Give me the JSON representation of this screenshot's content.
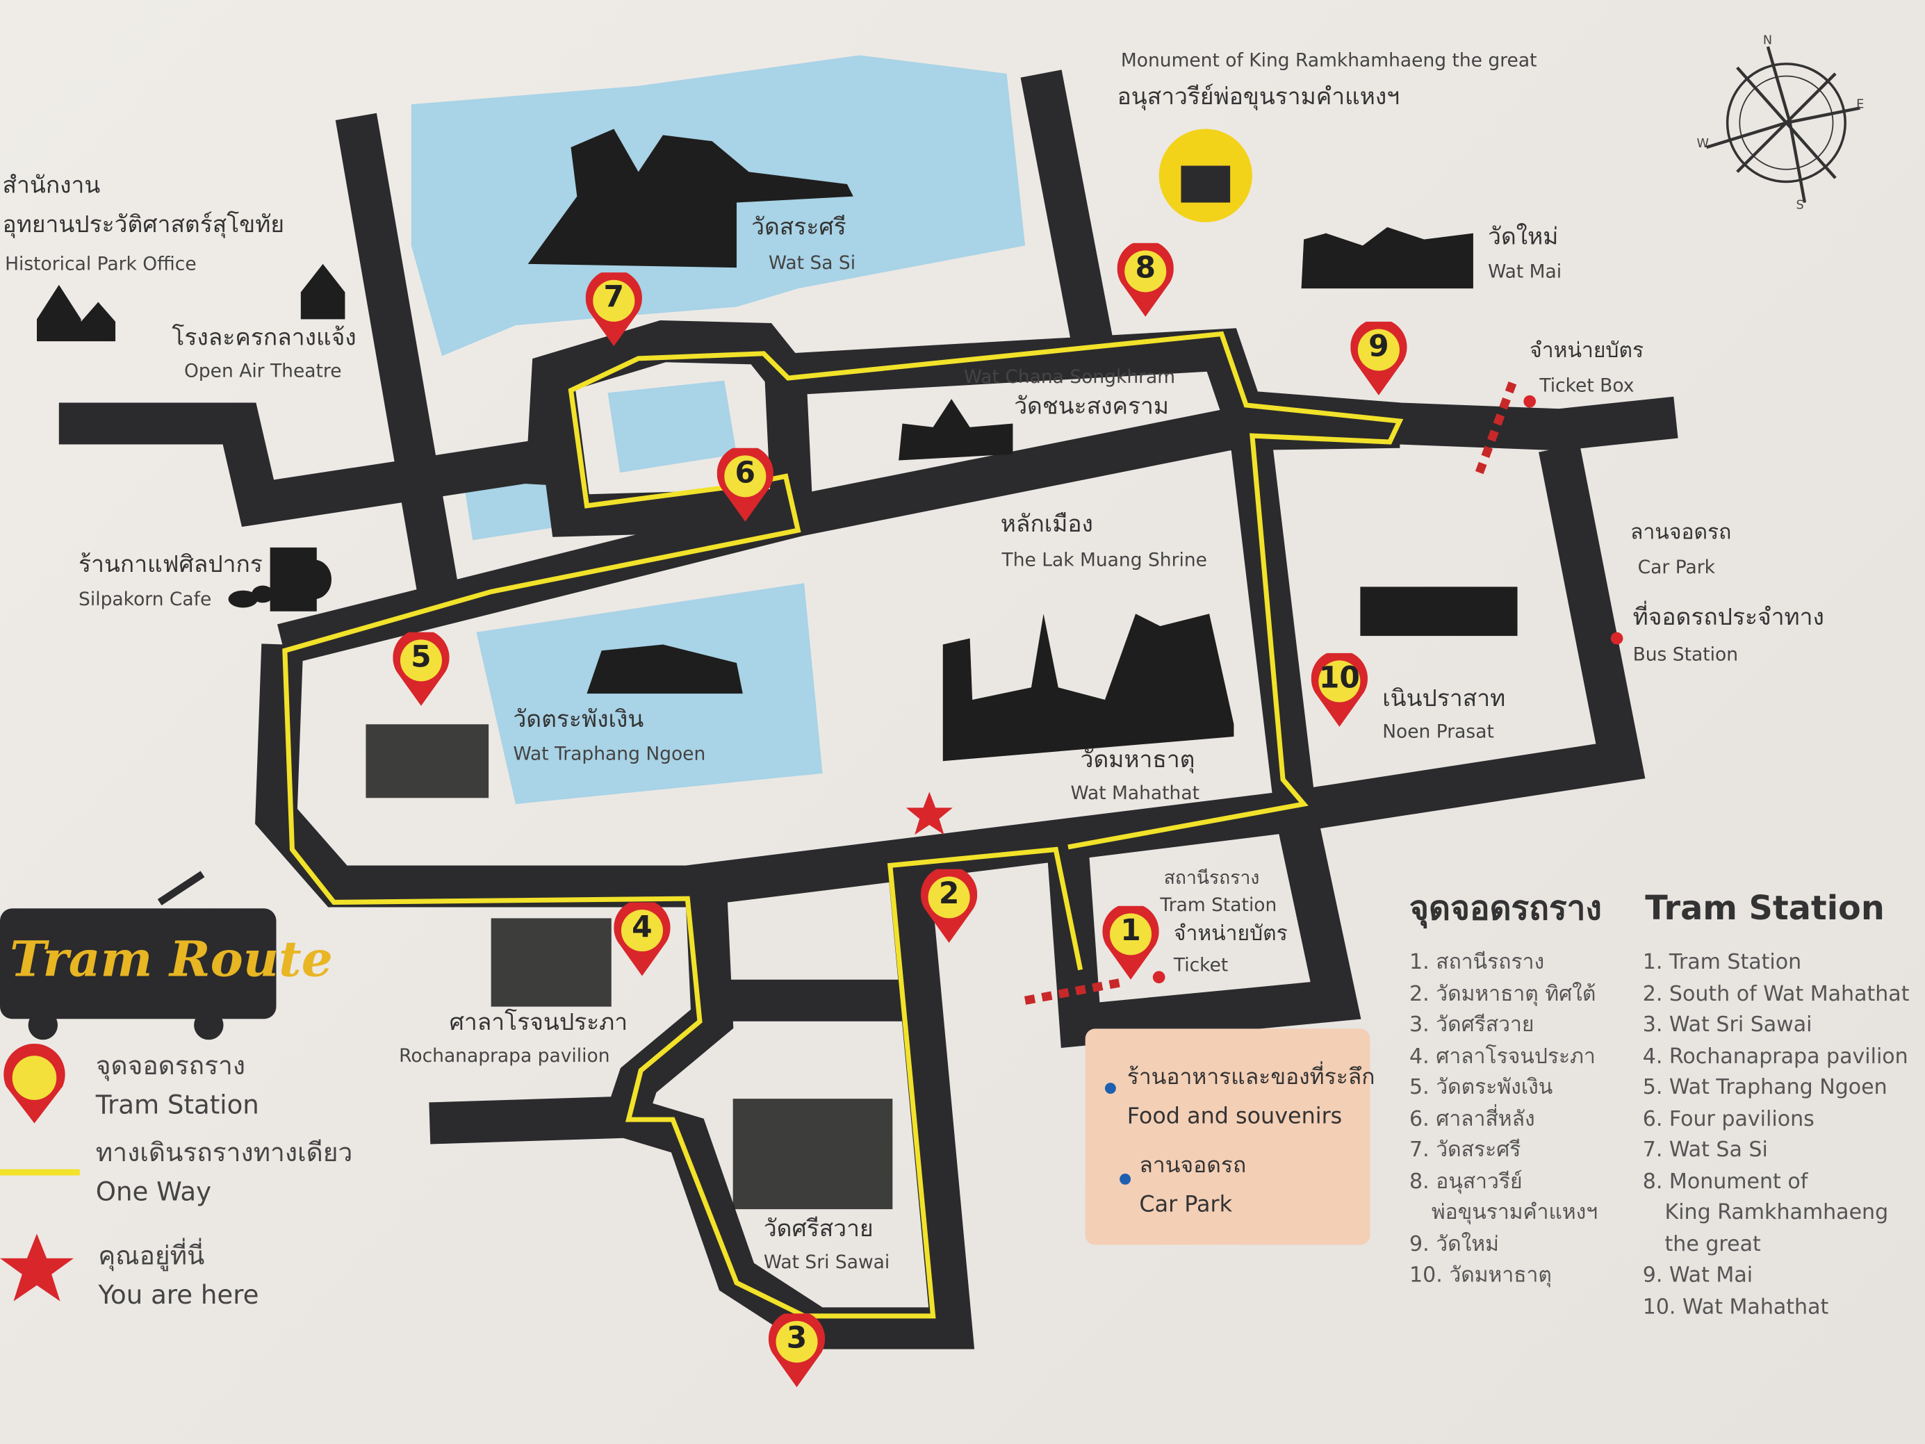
{
  "monument": {
    "en": "Monument of King Ramkhamhaeng the great",
    "th": "อนุสาวรีย์พ่อขุนรามคำแหงฯ"
  },
  "places": {
    "park_office": {
      "th1": "สำนักงาน",
      "th2": "อุทยานประวัติศาสตร์สุโขทัย",
      "en": "Historical Park Office"
    },
    "theatre": {
      "th": "โรงละครกลางแจ้ง",
      "en": "Open Air Theatre"
    },
    "cafe": {
      "th": "ร้านกาแฟศิลปากร",
      "en": "Silpakorn Cafe"
    },
    "wat_sa_si": {
      "th": "วัดสระศรี",
      "en": "Wat Sa Si"
    },
    "wat_mai": {
      "th": "วัดใหม่",
      "en": "Wat Mai"
    },
    "ticket_box": {
      "th": "จำหน่ายบัตร",
      "en": "Ticket Box"
    },
    "wat_chana": {
      "en": "Wat Chana Songkhram",
      "th": "วัดชนะสงคราม"
    },
    "lak_muang": {
      "th": "หลักเมือง",
      "en": "The Lak Muang Shrine"
    },
    "car_park": {
      "th": "ลานจอดรถ",
      "en": "Car Park"
    },
    "bus_station": {
      "th": "ที่จอดรถประจำทาง",
      "en": "Bus Station"
    },
    "noen_prasat": {
      "th": "เนินปราสาท",
      "en": "Noen Prasat"
    },
    "wat_traphang": {
      "th": "วัดตระพังเงิน",
      "en": "Wat Traphang Ngoen"
    },
    "wat_mahathat": {
      "th": "วัดมหาธาตุ",
      "en": "Wat Mahathat"
    },
    "tram_station": {
      "th": "สถานีรถราง",
      "en": "Tram Station",
      "ticket_th": "จำหน่ายบัตร",
      "ticket_en": "Ticket"
    },
    "rochanaprapa": {
      "th": "ศาลาโรจนประภา",
      "en": "Rochanaprapa pavilion"
    },
    "wat_sri_sawai": {
      "th": "วัดศรีสวาย",
      "en": "Wat Sri Sawai"
    }
  },
  "food_box": {
    "food_th": "ร้านอาหารและของที่ระลึก",
    "food_en": "Food and souvenirs",
    "park_th": "ลานจอดรถ",
    "park_en": "Car Park"
  },
  "pins": [
    "1",
    "2",
    "3",
    "4",
    "5",
    "6",
    "7",
    "8",
    "9",
    "10"
  ],
  "station_list": {
    "title_th": "จุดจอดรถราง",
    "title_en": "Tram Station",
    "th": [
      "1. สถานีรถราง",
      "2. วัดมหาธาตุ ทิศใต้",
      "3. วัดศรีสวาย",
      "4. ศาลาโรจนประภา",
      "5. วัดตระพังเงิน",
      "6. ศาลาสี่หลัง",
      "7. วัดสระศรี",
      "8. อนุสาวรีย์",
      "พ่อขุนรามคำแหงฯ",
      "9. วัดใหม่",
      "10. วัดมหาธาตุ"
    ],
    "en": [
      "1. Tram Station",
      "2. South of Wat Mahathat",
      "3. Wat Sri Sawai",
      "4. Rochanaprapa pavilion",
      "5. Wat Traphang Ngoen",
      "6. Four pavilions",
      "7. Wat Sa Si",
      "8. Monument of",
      "King Ramkhamhaeng",
      "the great",
      "9. Wat Mai",
      "10. Wat Mahathat"
    ]
  },
  "legend": {
    "logo": "Tram Route",
    "station_th": "จุดจอดรถราง",
    "station_en": "Tram Station",
    "oneway_th": "ทางเดินรถรางทางเดียว",
    "oneway_en": "One Way",
    "here_th": "คุณอยู่ที่นี่",
    "here_en": "You are here"
  },
  "compass": [
    "N",
    "E",
    "S",
    "W"
  ],
  "colors": {
    "road": "#2b2b2d",
    "route": "#f2e22a",
    "water": "#a9d3e6",
    "pin": "#d8262b",
    "pin_fill": "#f3e03a",
    "star": "#d8262b",
    "food_box": "#f3cfb6",
    "background": "#ece9e5"
  }
}
